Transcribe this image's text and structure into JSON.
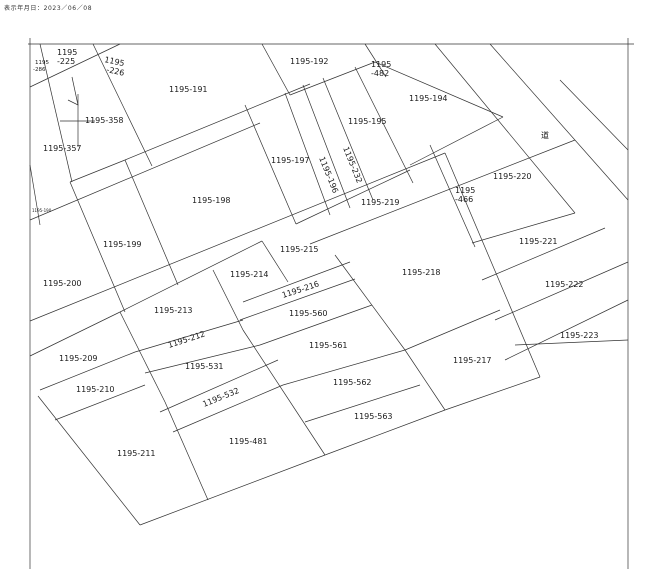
{
  "header": {
    "display_date": "表示年月日：2023／06／08"
  },
  "map": {
    "parcels": [
      "1195-192",
      "1195-482",
      "1195-194",
      "1195-191",
      "1195-358",
      "1195-357",
      "1195-195",
      "1195-197",
      "1195-196",
      "1195-232",
      "1195-220",
      "1195-219",
      "1195-198",
      "1195-466",
      "1195-199",
      "1195-215",
      "1195-221",
      "1195-214",
      "1195-218",
      "1195-200",
      "1195-216",
      "1195-222",
      "1195-213",
      "1195-560",
      "1195-212",
      "1195-561",
      "1195-223",
      "1195-209",
      "1195-531",
      "1195-217",
      "1195-562",
      "1195-532",
      "1195-210",
      "1195-563",
      "1195-481",
      "1195-211",
      "1195-190"
    ],
    "road_label": "道",
    "corner_labels": {
      "n225_a": "1195",
      "n225_b": "-225",
      "n226_a": "1195",
      "n226_b": "-226",
      "n286_a": "1195",
      "n286_b": "-286",
      "n482_a": "1195",
      "n482_b": "-482",
      "n466_a": "1195",
      "n466_b": "-466"
    }
  }
}
